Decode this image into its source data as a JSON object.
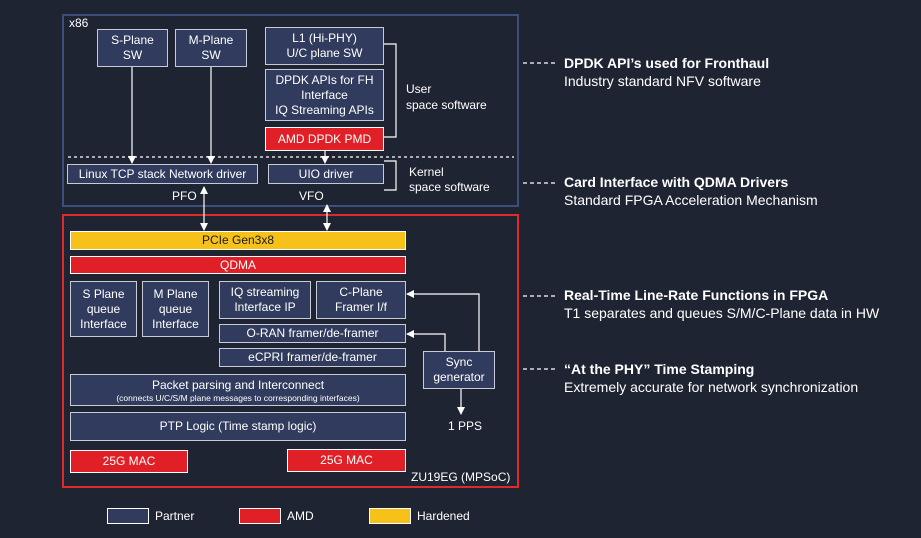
{
  "x86": {
    "label": "x86",
    "s_plane": [
      "S-Plane",
      "SW"
    ],
    "m_plane": [
      "M-Plane",
      "SW"
    ],
    "l1": [
      "L1 (Hi-PHY)",
      "U/C plane SW"
    ],
    "dpdk_apis": [
      "DPDK APIs for FH",
      "Interface",
      "IQ Streaming APIs"
    ],
    "amd_pmd": "AMD DPDK PMD",
    "user_space": [
      "User",
      "space software"
    ],
    "kernel_space": [
      "Kernel",
      "space software"
    ],
    "linux_tcp": "Linux TCP stack Network driver",
    "uio": "UIO driver",
    "pfo": "PFO",
    "vfo": "VFO"
  },
  "fpga": {
    "pcie": "PCIe Gen3x8",
    "qdma": "QDMA",
    "s_plane_queue": [
      "S Plane",
      "queue",
      "Interface"
    ],
    "m_plane_queue": [
      "M Plane",
      "queue",
      "Interface"
    ],
    "iq_streaming": [
      "IQ streaming",
      "Interface IP"
    ],
    "c_plane_framer": [
      "C-Plane",
      "Framer I/f"
    ],
    "oran_framer": "O-RAN framer/de-framer",
    "ecpri_framer": "eCPRI framer/de-framer",
    "sync_generator": [
      "Sync",
      "generator"
    ],
    "pps": "1 PPS",
    "packet_parsing": "Packet parsing and Interconnect",
    "packet_parsing_sub": "(connects U/C/S/M plane messages to corresponding interfaces)",
    "ptp_logic": "PTP Logic (Time stamp logic)",
    "mac_left": "25G MAC",
    "mac_right": "25G MAC",
    "device": "ZU19EG (MPSoC)"
  },
  "callouts": [
    {
      "title": "DPDK API’s used for Fronthaul",
      "desc": "Industry standard NFV software"
    },
    {
      "title": "Card Interface with QDMA Drivers",
      "desc": "Standard FPGA Acceleration Mechanism"
    },
    {
      "title": "Real-Time Line-Rate Functions in FPGA",
      "desc": "T1 separates and queues S/M/C-Plane data in HW"
    },
    {
      "title": "“At the PHY” Time Stamping",
      "desc": "Extremely accurate for network synchronization"
    }
  ],
  "legend": [
    {
      "label": "Partner",
      "color": "#303b5d"
    },
    {
      "label": "AMD",
      "color": "#e01f26"
    },
    {
      "label": "Hardened",
      "color": "#f6c21a"
    }
  ],
  "colors": {
    "background": "#1f2433",
    "partner": "#303b5d",
    "amd": "#e01f26",
    "hardened": "#f6c21a",
    "x86_border": "#3c4f7c",
    "fpga_border": "#e02a2a"
  }
}
